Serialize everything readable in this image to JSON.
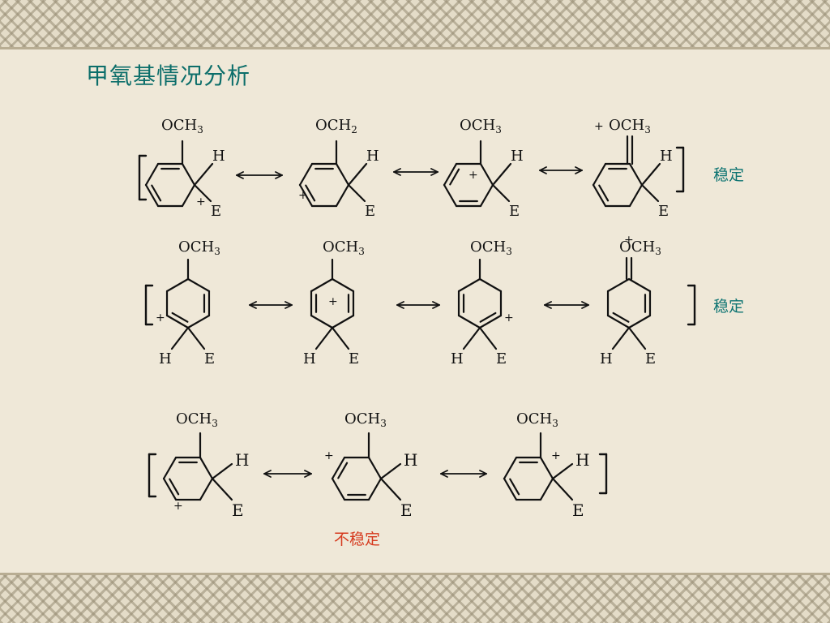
{
  "slide": {
    "title": "甲氧基情况分析",
    "label_stable_1": "稳定",
    "label_stable_2": "稳定",
    "label_unstable": "不稳定",
    "colors": {
      "title": "#0c6e6a",
      "stable": "#0e7472",
      "unstable": "#d63a1e",
      "background": "#efe8d8",
      "border": "#e4dcc8"
    }
  },
  "chem": {
    "och3": "OCH3",
    "och2": "OCH2",
    "h": "H",
    "e": "E",
    "plus": "+"
  }
}
